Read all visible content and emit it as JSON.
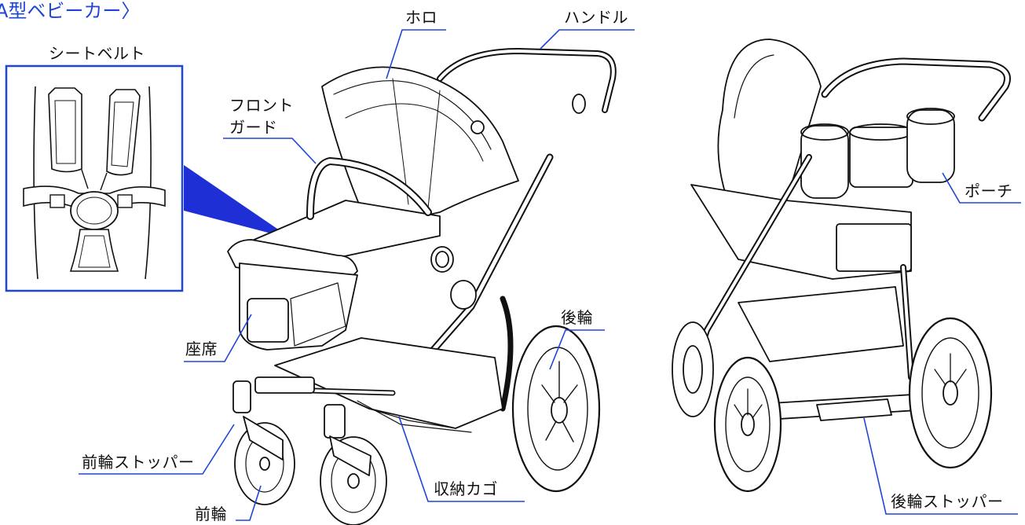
{
  "title": "A型ベビーカー〉",
  "inset": {
    "label": "シートベルト"
  },
  "labels": {
    "horo": "ホロ",
    "handle": "ハンドル",
    "front_guard_1": "フロント",
    "front_guard_2": "ガード",
    "seat": "座席",
    "rear_wheel": "後輪",
    "front_wheel_stopper": "前輪ストッパー",
    "front_wheel": "前輪",
    "basket": "収納カゴ",
    "pouch": "ポーチ",
    "rear_wheel_stopper": "後輪ストッパー"
  },
  "colors": {
    "title": "#1f45d8",
    "leader": "#1f45d8",
    "callout": "#1f2fd6",
    "ink": "#111111"
  }
}
